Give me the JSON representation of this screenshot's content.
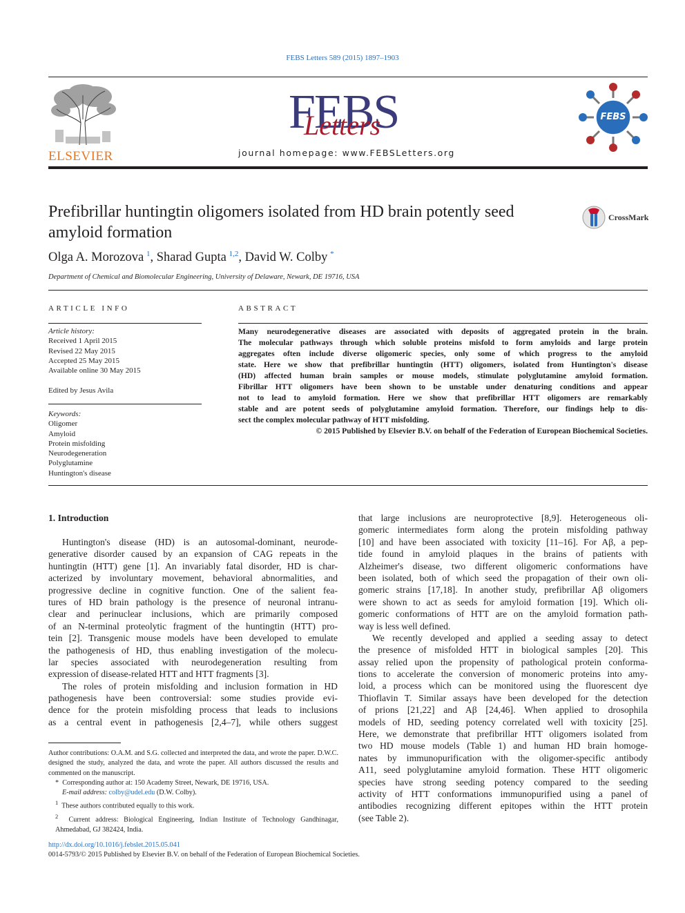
{
  "journal_ref": "FEBS Letters 589 (2015) 1897–1903",
  "masthead": {
    "publisher_name": "ELSEVIER",
    "journal_title_main": "FEBS",
    "journal_title_script": "Letters",
    "homepage": "journal homepage: www.FEBSLetters.org",
    "society_logo_text": "FEBS"
  },
  "crossmark_label": "CrossMark",
  "title_line1": "Prefibrillar huntingtin oligomers isolated from HD brain potently seed",
  "title_line2": "amyloid formation",
  "authors": [
    {
      "name": "Olga A. Morozova",
      "sup": "1"
    },
    {
      "name": "Sharad Gupta",
      "sup": "1,2"
    },
    {
      "name": "David W. Colby",
      "sup": "*"
    }
  ],
  "author_sep": ", ",
  "affiliation": "Department of Chemical and Biomolecular Engineering, University of Delaware, Newark, DE 19716, USA",
  "article_info": {
    "heading": "ARTICLE INFO",
    "history_label": "Article history:",
    "history": [
      "Received 1 April 2015",
      "Revised 22 May 2015",
      "Accepted 25 May 2015",
      "Available online 30 May 2015"
    ],
    "edited_by": "Edited by Jesus Avila",
    "keywords_label": "Keywords:",
    "keywords": [
      "Oligomer",
      "Amyloid",
      "Protein misfolding",
      "Neurodegeneration",
      "Polyglutamine",
      "Huntington's disease"
    ]
  },
  "abstract": {
    "heading": "ABSTRACT",
    "lines": [
      "Many neurodegenerative diseases are associated with deposits of aggregated protein in the brain.",
      "The molecular pathways through which soluble proteins misfold to form amyloids and large protein",
      "aggregates often include diverse oligomeric species, only some of which progress to the amyloid",
      "state. Here we show that prefibrillar huntingtin (HTT) oligomers, isolated from Huntington's disease",
      "(HD) affected human brain samples or mouse models, stimulate polyglutamine amyloid formation.",
      "Fibrillar HTT oligomers have been shown to be unstable under denaturing conditions and appear",
      "not to lead to amyloid formation. Here we show that prefibrillar HTT oligomers are remarkably",
      "stable and are potent seeds of polyglutamine amyloid formation. Therefore, our findings help to dis-",
      "sect the complex molecular pathway of HTT misfolding."
    ],
    "copyright": "© 2015 Published by Elsevier B.V. on behalf of the Federation of European Biochemical Societies."
  },
  "intro_heading": "1. Introduction",
  "left_col_lines": [
    {
      "t": "Huntington's disease (HD) is an autosomal-dominant, neurode-",
      "indent": true
    },
    {
      "t": "generative disorder caused by an expansion of CAG repeats in the"
    },
    {
      "t": "huntingtin (HTT) gene [1]. An invariably fatal disorder, HD is char-"
    },
    {
      "t": "acterized by involuntary movement, behavioral abnormalities, and"
    },
    {
      "t": "progressive decline in cognitive function. One of the salient fea-"
    },
    {
      "t": "tures of HD brain pathology is the presence of neuronal intranu-"
    },
    {
      "t": "clear and perinuclear inclusions, which are primarily composed"
    },
    {
      "t": "of an N-terminal proteolytic fragment of the huntingtin (HTT) pro-"
    },
    {
      "t": "tein [2]. Transgenic mouse models have been developed to emulate"
    },
    {
      "t": "the pathogenesis of HD, thus enabling investigation of the molecu-"
    },
    {
      "t": "lar species associated with neurodegeneration resulting from"
    },
    {
      "t": "expression of disease-related HTT and HTT fragments [3].",
      "last": true
    },
    {
      "t": "The roles of protein misfolding and inclusion formation in HD",
      "indent": true
    },
    {
      "t": "pathogenesis have been controversial: some studies provide evi-"
    },
    {
      "t": "dence for the protein misfolding process that leads to inclusions"
    },
    {
      "t": "as a central event in pathogenesis [2,4–7], while others suggest"
    }
  ],
  "right_col_lines": [
    {
      "t": "that large inclusions are neuroprotective [8,9]. Heterogeneous oli-"
    },
    {
      "t": "gomeric intermediates form along the protein misfolding pathway"
    },
    {
      "t": "[10] and have been associated with toxicity [11–16]. For Aβ, a pep-"
    },
    {
      "t": "tide found in amyloid plaques in the brains of patients with"
    },
    {
      "t": "Alzheimer's disease, two different oligomeric conformations have"
    },
    {
      "t": "been isolated, both of which seed the propagation of their own oli-"
    },
    {
      "t": "gomeric strains [17,18]. In another study, prefibrillar Aβ oligomers"
    },
    {
      "t": "were shown to act as seeds for amyloid formation [19]. Which oli-"
    },
    {
      "t": "gomeric conformations of HTT are on the amyloid formation path-"
    },
    {
      "t": "way is less well defined.",
      "last": true
    },
    {
      "t": "We recently developed and applied a seeding assay to detect",
      "indent": true
    },
    {
      "t": "the presence of misfolded HTT in biological samples [20]. This"
    },
    {
      "t": "assay relied upon the propensity of pathological protein conforma-"
    },
    {
      "t": "tions to accelerate the conversion of monomeric proteins into amy-"
    },
    {
      "t": "loid, a process which can be monitored using the fluorescent dye"
    },
    {
      "t": "Thioflavin T. Similar assays have been developed for the detection"
    },
    {
      "t": "of prions [21,22] and Aβ [24,46]. When applied to drosophila"
    },
    {
      "t": "models of HD, seeding potency correlated well with toxicity [25]."
    },
    {
      "t": "Here, we demonstrate that prefibrillar HTT oligomers isolated from"
    },
    {
      "t": "two HD mouse models (Table 1) and human HD brain homoge-"
    },
    {
      "t": "nates by immunopurification with the oligomer-specific antibody"
    },
    {
      "t": "A11, seed polyglutamine amyloid formation. These HTT oligomeric"
    },
    {
      "t": "species have strong seeding potency compared to the seeding"
    },
    {
      "t": "activity of HTT conformations immunopurified using a panel of"
    },
    {
      "t": "antibodies recognizing different epitopes within the HTT protein"
    },
    {
      "t": "(see Table 2).",
      "last": true
    }
  ],
  "footnotes": {
    "contributions": "Author contributions: O.A.M. and S.G. collected and interpreted the data, and wrote the paper. D.W.C. designed the study, analyzed the data, and wrote the paper. All authors discussed the results and commented on the manuscript.",
    "corresponding": "Corresponding author at: 150 Academy Street, Newark, DE 19716, USA.",
    "email_label": "E-mail address:",
    "email": "colby@udel.edu",
    "email_suffix": "(D.W. Colby).",
    "fn1": "These authors contributed equally to this work.",
    "fn2": "Current address: Biological Engineering, Indian Institute of Technology Gandhinagar, Ahmedabad, GJ 382424, India.",
    "mark_star": "*",
    "mark_1": "1",
    "mark_2": "2"
  },
  "doi": "http://dx.doi.org/10.1016/j.febslet.2015.05.041",
  "issn_line": "0014-5793/© 2015 Published by Elsevier B.V. on behalf of the Federation of European Biochemical Societies."
}
